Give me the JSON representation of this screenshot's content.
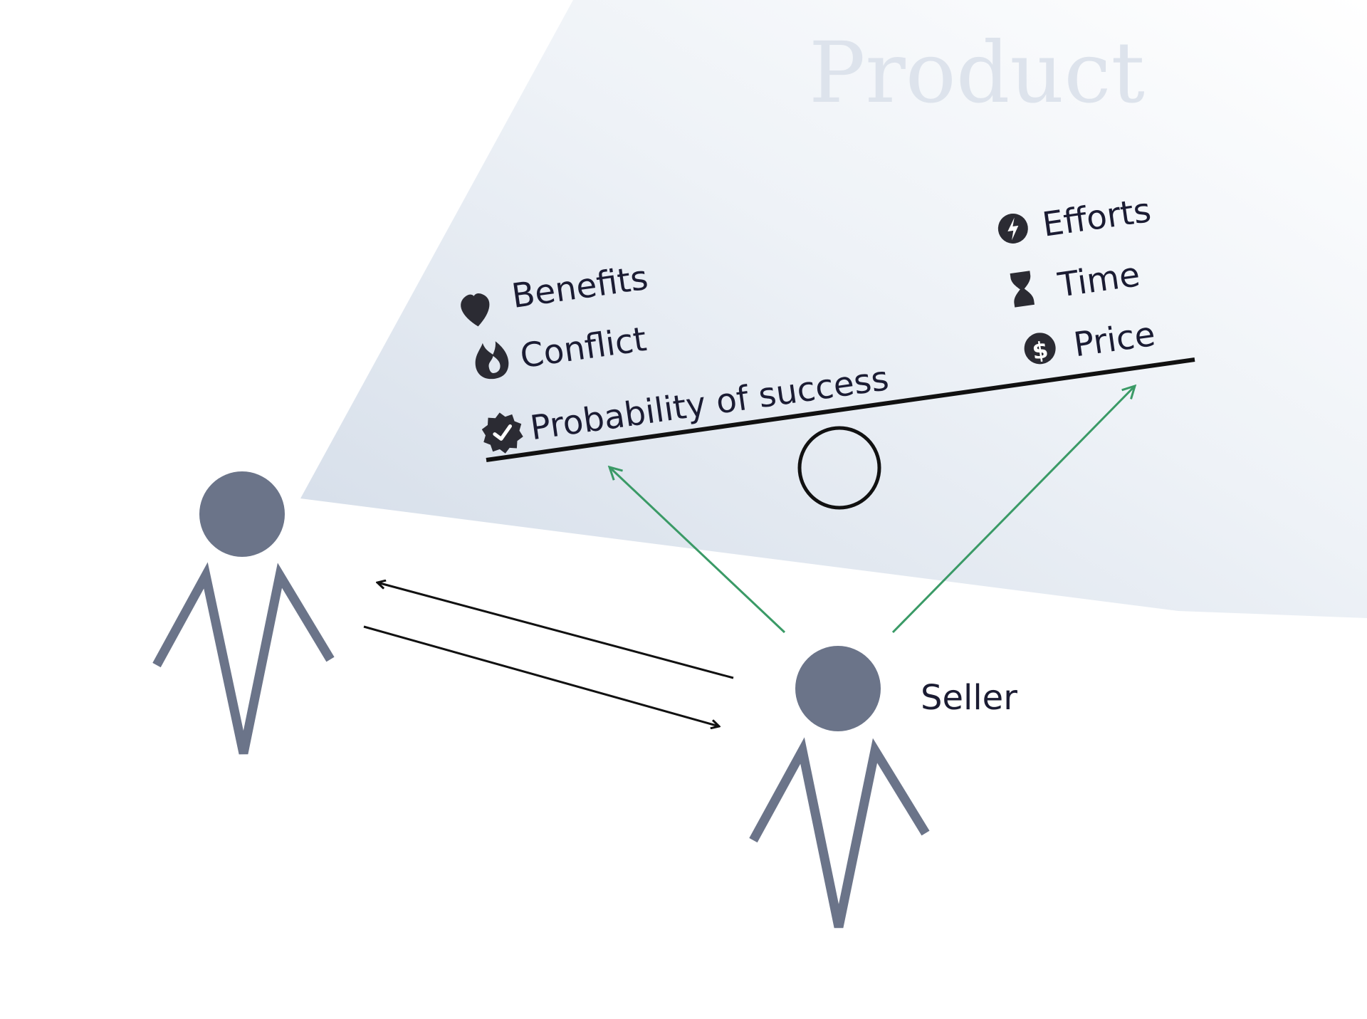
{
  "title": "Product",
  "left_items": [
    {
      "icon": "heart-icon",
      "label": "Benefits"
    },
    {
      "icon": "fire-icon",
      "label": "Conflict"
    },
    {
      "icon": "verified-badge-icon",
      "label": "Probability of success"
    }
  ],
  "right_items": [
    {
      "icon": "lightning-icon",
      "label": "Efforts"
    },
    {
      "icon": "hourglass-icon",
      "label": "Time"
    },
    {
      "icon": "dollar-icon",
      "label": "Price"
    }
  ],
  "seller_label": "Seller",
  "colors": {
    "person": "#6b7489",
    "text": "#1b1c33",
    "green_arrow": "#3a9a66",
    "black": "#111111",
    "beam_gradient_start": "#d6dee9",
    "beam_gradient_end": "#ffffff",
    "title": "#dde3ec"
  }
}
